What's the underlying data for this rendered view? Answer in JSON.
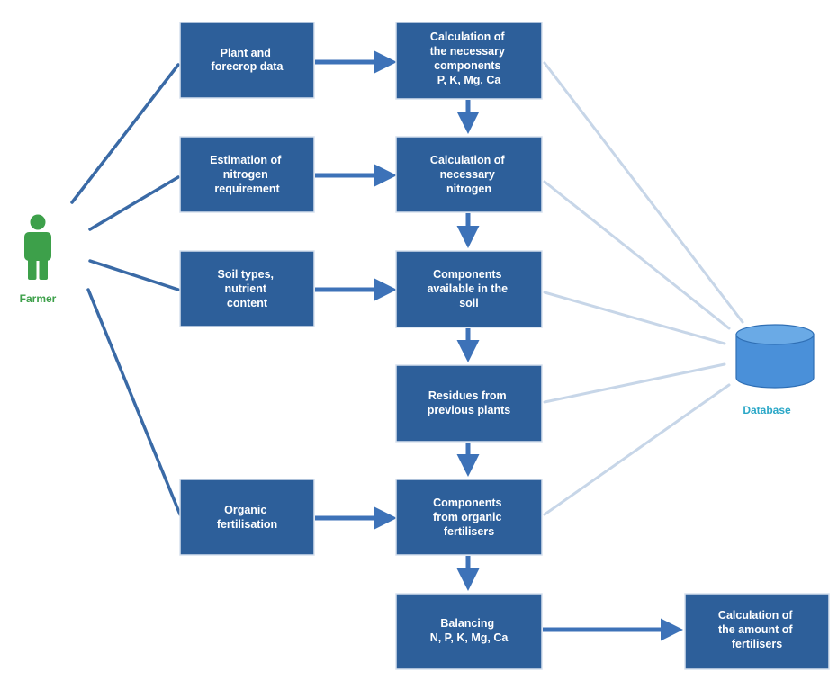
{
  "actors": {
    "farmer": "Farmer",
    "database": "Database"
  },
  "nodes": [
    {
      "id": "plant_forecrop",
      "lines": [
        "Plant and",
        "forecrop data"
      ]
    },
    {
      "id": "nitrogen_estimation",
      "lines": [
        "Estimation of",
        "nitrogen",
        "requirement"
      ]
    },
    {
      "id": "soil_types",
      "lines": [
        "Soil types,",
        "nutrient",
        "content"
      ]
    },
    {
      "id": "organic_fert",
      "lines": [
        "Organic",
        "fertilisation"
      ]
    },
    {
      "id": "calc_components",
      "lines": [
        "Calculation of",
        "the necessary",
        "components",
        "P, K, Mg, Ca"
      ]
    },
    {
      "id": "calc_nitrogen",
      "lines": [
        "Calculation of",
        "necessary",
        "nitrogen"
      ]
    },
    {
      "id": "soil_components",
      "lines": [
        "Components",
        "available in the",
        "soil"
      ]
    },
    {
      "id": "residues",
      "lines": [
        "Residues from",
        "previous plants"
      ]
    },
    {
      "id": "organic_components",
      "lines": [
        "Components",
        "from organic",
        "fertilisers"
      ]
    },
    {
      "id": "balancing",
      "lines": [
        "Balancing",
        "N, P, K, Mg, Ca"
      ]
    },
    {
      "id": "calc_amount",
      "lines": [
        "Calculation of",
        "the amount of",
        "fertilisers"
      ]
    }
  ],
  "colors": {
    "box": "#2d5f9a",
    "arrow": "#3d72b8",
    "farmer": "#3da04a",
    "database": "#4a90d9",
    "database_label": "#2aa7c7"
  }
}
